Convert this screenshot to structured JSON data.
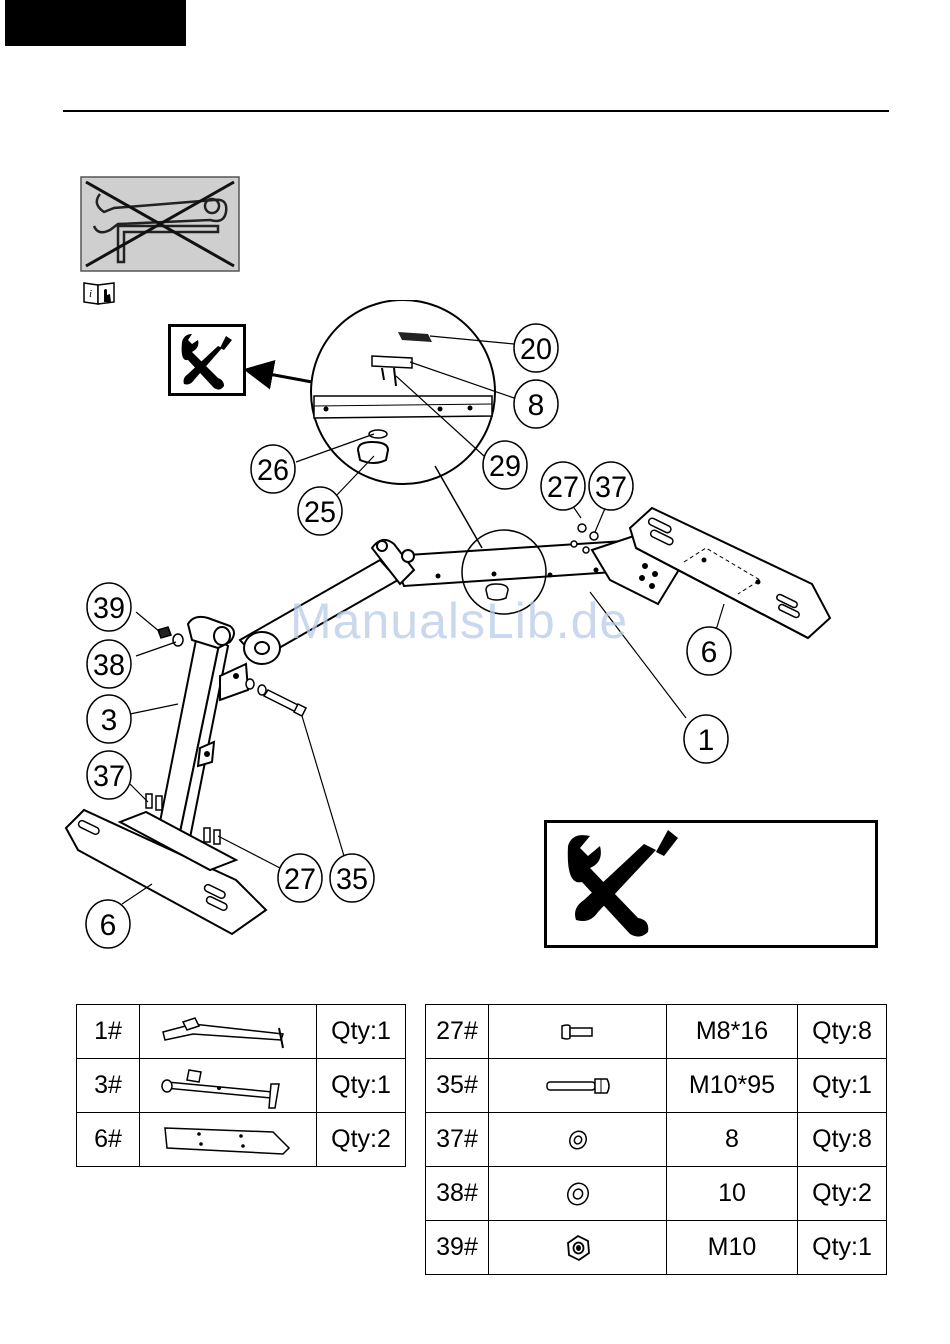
{
  "diagram": {
    "callouts": [
      "20",
      "8",
      "29",
      "26",
      "25",
      "27",
      "37",
      "6",
      "1",
      "39",
      "38",
      "3",
      "37",
      "27",
      "35",
      "6"
    ]
  },
  "watermark": "ManualsLib.de",
  "parts_left": [
    {
      "num": "1#",
      "icon": "main-frame-icon",
      "qty": "Qty:1"
    },
    {
      "num": "3#",
      "icon": "front-post-icon",
      "qty": "Qty:1"
    },
    {
      "num": "6#",
      "icon": "foot-stabilizer-icon",
      "qty": "Qty:2"
    }
  ],
  "parts_right": [
    {
      "num": "27#",
      "icon": "bolt-short-icon",
      "size": "M8*16",
      "qty": "Qty:8"
    },
    {
      "num": "35#",
      "icon": "bolt-long-icon",
      "size": "M10*95",
      "qty": "Qty:1"
    },
    {
      "num": "37#",
      "icon": "washer-small-icon",
      "size": "8",
      "qty": "Qty:8"
    },
    {
      "num": "38#",
      "icon": "washer-large-icon",
      "size": "10",
      "qty": "Qty:2"
    },
    {
      "num": "39#",
      "icon": "nut-icon",
      "size": "M10",
      "qty": "Qty:1"
    }
  ]
}
